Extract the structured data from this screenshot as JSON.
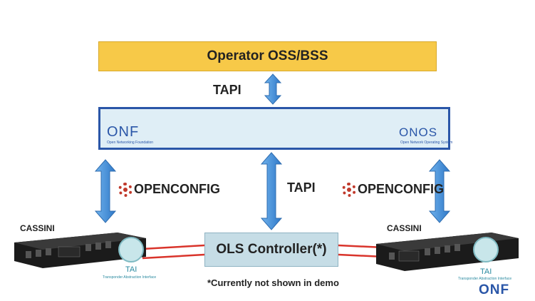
{
  "oss_label": "Operator OSS/BSS",
  "tapi_top": "TAPI",
  "tapi_middle": "TAPI",
  "ols_label": "OLS Controller(*)",
  "openconfig_left": "OPENCONFIG",
  "openconfig_right": "OPENCONFIG",
  "cassini_left": "CASSINI",
  "cassini_right": "CASSINI",
  "onf_logo_text": "ONF",
  "onf_caption": "Open Networking Foundation",
  "onos_logo_text": "ONOS",
  "onos_caption": "Open Network Operating System",
  "tai_left": "TAI",
  "tai_left_caption": "Transponder Abstraction Interface",
  "tai_right": "TAI",
  "tai_right_caption": "Transponder Abstraction Interface",
  "note": "*Currently not shown in demo",
  "footer_logo": "ONF",
  "colors": {
    "oss_fill": "#f7c948",
    "controller_border": "#2a56a8",
    "arrow_blue": "#4a90d9",
    "fiber_red": "#d9342b"
  }
}
